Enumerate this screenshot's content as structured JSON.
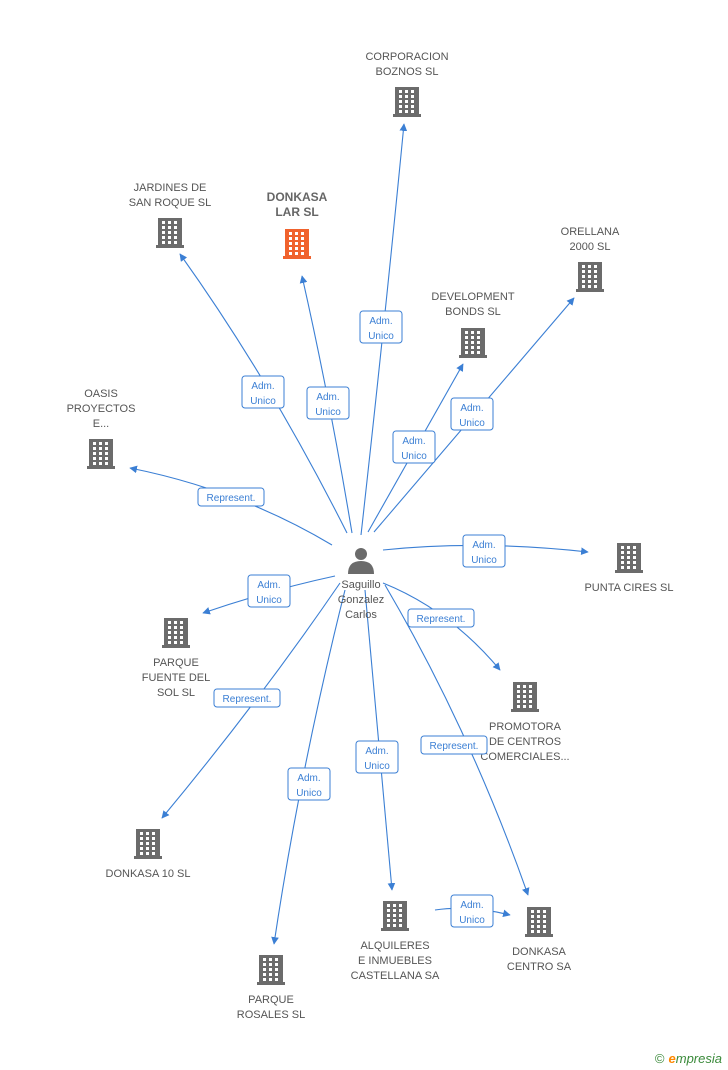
{
  "colors": {
    "edge": "#3b7fd4",
    "building": "#6b6b6b",
    "building_highlight": "#f0622d",
    "person": "#6b6b6b"
  },
  "center": {
    "name": [
      "Saguillo",
      "Gonzalez",
      "Carlos"
    ],
    "icon": "person-icon"
  },
  "companies": [
    {
      "id": "corporacion",
      "label": [
        "CORPORACION",
        "BOZNOS SL"
      ],
      "highlight": false
    },
    {
      "id": "jardines",
      "label": [
        "JARDINES DE",
        "SAN ROQUE SL"
      ],
      "highlight": false
    },
    {
      "id": "donkasa-lar",
      "label": [
        "DONKASA",
        "LAR SL"
      ],
      "highlight": true
    },
    {
      "id": "orellana",
      "label": [
        "ORELLANA",
        "2000 SL"
      ],
      "highlight": false
    },
    {
      "id": "development",
      "label": [
        "DEVELOPMENT",
        "BONDS SL"
      ],
      "highlight": false
    },
    {
      "id": "oasis",
      "label": [
        "OASIS",
        "PROYECTOS",
        "E..."
      ],
      "highlight": false
    },
    {
      "id": "punta",
      "label": [
        "PUNTA CIRES SL"
      ],
      "highlight": false
    },
    {
      "id": "parque-fuente",
      "label": [
        "PARQUE",
        "FUENTE DEL",
        "SOL SL"
      ],
      "highlight": false
    },
    {
      "id": "promotora",
      "label": [
        "PROMOTORA",
        "DE CENTROS",
        "COMERCIALES..."
      ],
      "highlight": false
    },
    {
      "id": "donkasa10",
      "label": [
        "DONKASA 10 SL"
      ],
      "highlight": false
    },
    {
      "id": "alquileres",
      "label": [
        "ALQUILERES",
        "E INMUEBLES",
        "CASTELLANA SA"
      ],
      "highlight": false
    },
    {
      "id": "donkasa-centro",
      "label": [
        "DONKASA",
        "CENTRO SA"
      ],
      "highlight": false
    },
    {
      "id": "parque-rosales",
      "label": [
        "PARQUE",
        "ROSALES SL"
      ],
      "highlight": false
    }
  ],
  "edges": [
    {
      "from": "center",
      "to": "corporacion",
      "role": [
        "Adm.",
        "Unico"
      ]
    },
    {
      "from": "center",
      "to": "jardines",
      "role": [
        "Adm.",
        "Unico"
      ]
    },
    {
      "from": "center",
      "to": "donkasa-lar",
      "role": [
        "Adm.",
        "Unico"
      ]
    },
    {
      "from": "center",
      "to": "development",
      "role": [
        "Adm.",
        "Unico"
      ]
    },
    {
      "from": "center",
      "to": "orellana",
      "role": [
        "Adm.",
        "Unico"
      ]
    },
    {
      "from": "center",
      "to": "oasis",
      "role": [
        "Represent."
      ]
    },
    {
      "from": "center",
      "to": "punta",
      "role": [
        "Adm.",
        "Unico"
      ]
    },
    {
      "from": "center",
      "to": "parque-fuente",
      "role": [
        "Adm.",
        "Unico"
      ]
    },
    {
      "from": "center",
      "to": "promotora",
      "role": [
        "Represent."
      ]
    },
    {
      "from": "center",
      "to": "donkasa10",
      "role": [
        "Represent."
      ]
    },
    {
      "from": "center",
      "to": "parque-rosales",
      "role": [
        "Adm.",
        "Unico"
      ]
    },
    {
      "from": "center",
      "to": "alquileres",
      "role": [
        "Adm.",
        "Unico"
      ]
    },
    {
      "from": "center",
      "to": "donkasa-centro",
      "role": [
        "Represent."
      ]
    },
    {
      "from": "alquileres",
      "to": "donkasa-centro",
      "role": [
        "Adm.",
        "Unico"
      ]
    }
  ],
  "footer": {
    "copyright_symbol": "©",
    "brand_first": "e",
    "brand_rest": "mpresia"
  }
}
